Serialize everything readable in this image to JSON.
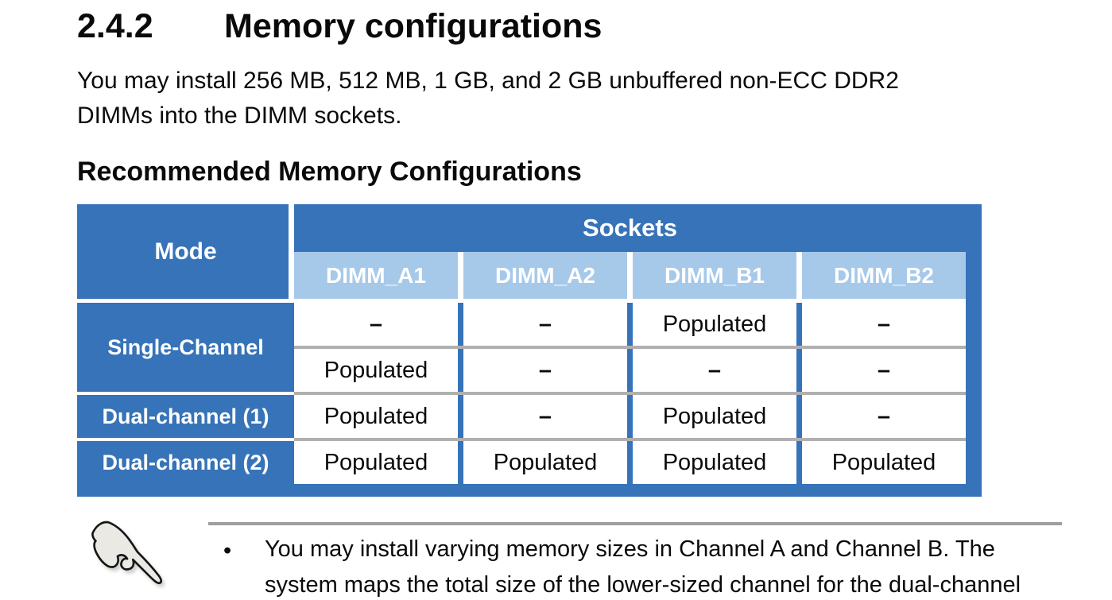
{
  "page": {
    "section_number": "2.4.2",
    "section_title": "Memory configurations",
    "intro_line1": "You may install 256 MB, 512 MB, 1 GB, and 2 GB unbuffered non-ECC DDR2",
    "intro_line2": "DIMMs into the DIMM sockets.",
    "subheading": "Recommended Memory Configurations"
  },
  "table": {
    "mode_label": "Mode",
    "sockets_label": "Sockets",
    "dimm_headers": [
      "DIMM_A1",
      "DIMM_A2",
      "DIMM_B1",
      "DIMM_B2"
    ],
    "modes": [
      "Single-Channel",
      "Dual-channel (1)",
      "Dual-channel (2)"
    ],
    "body": [
      [
        "–",
        "–",
        "Populated",
        "–"
      ],
      [
        "Populated",
        "–",
        "–",
        "–"
      ],
      [
        "Populated",
        "–",
        "Populated",
        "–"
      ],
      [
        "Populated",
        "Populated",
        "Populated",
        "Populated"
      ]
    ]
  },
  "note": {
    "icon": "pointing-hand-icon",
    "bullet": "•",
    "line1": "You may install varying memory sizes in Channel A and Channel B. The",
    "line2": "system maps the total size of the lower-sized channel for the dual-channel"
  },
  "colors": {
    "table_blue": "#3673b8",
    "subheader_light_blue": "#a6c9ea",
    "row_line_gray": "#b0b0b0",
    "note_divider_gray": "#9e9e9e"
  }
}
